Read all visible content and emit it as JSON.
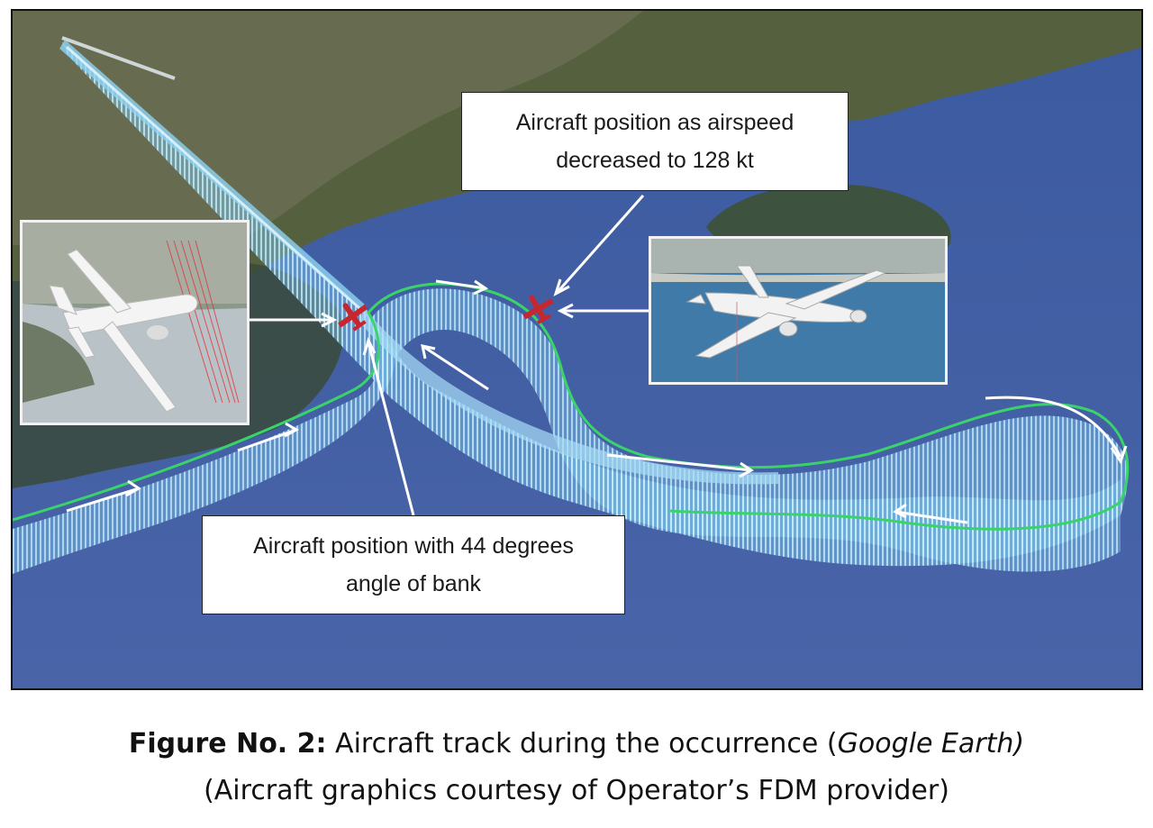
{
  "callouts": {
    "airspeed": {
      "line1": "Aircraft position as airspeed",
      "line2": "decreased to 128 kt"
    },
    "bank": {
      "line1": "Aircraft position with 44 degrees",
      "line2": "angle of bank"
    }
  },
  "caption": {
    "label": "Figure No. 2:",
    "text": " Aircraft track during the occurrence (",
    "source": "Google Earth)",
    "line2": "(Aircraft graphics courtesy of Operator’s FDM provider)"
  },
  "colors": {
    "sea": "#3f5f9f",
    "land": "#4a5a3a",
    "track_curtain": "#8fd3f4",
    "track_line": "#3ad36a",
    "aircraft_marker": "#c8262e",
    "arrow": "#ffffff"
  },
  "icons": [
    "aircraft-marker-icon",
    "direction-arrow-icon",
    "aircraft-3d-graphic"
  ]
}
